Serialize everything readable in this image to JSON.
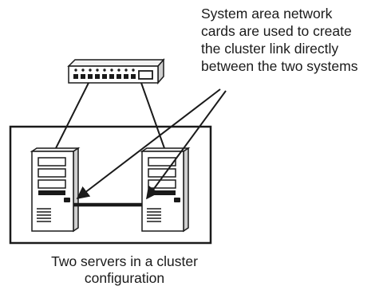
{
  "annotation": {
    "lines": [
      "System area network",
      "cards are used to create",
      "the cluster link directly",
      "between the two systems"
    ]
  },
  "caption": {
    "lines": [
      "Two servers in a cluster",
      "configuration"
    ]
  },
  "icons": {
    "switch": "network-switch-icon",
    "server_left": "tower-server-icon",
    "server_right": "tower-server-icon"
  },
  "colors": {
    "line": "#1a1a1a",
    "device_fill": "#ffffff",
    "device_shade": "#d9d9d9"
  }
}
